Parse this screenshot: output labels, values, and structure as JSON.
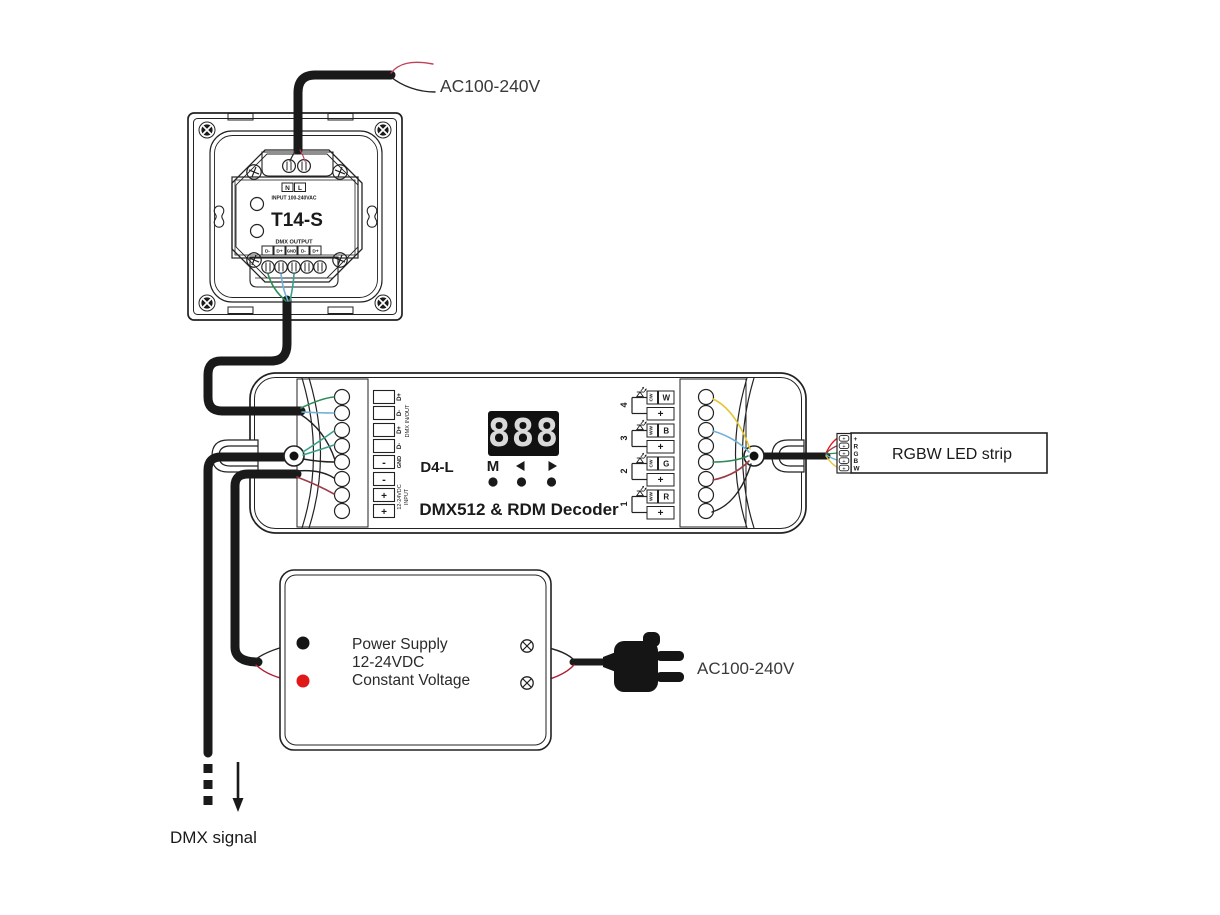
{
  "top_section": {
    "ac_label": "AC100-240V"
  },
  "panel": {
    "model": "T14-S",
    "input_header": "INPUT 100-240VAC",
    "input_terminals": [
      "N",
      "L"
    ],
    "output_header": "DMX OUTPUT",
    "output_terminals": [
      "D-",
      "D+",
      "GND",
      "D-",
      "D+"
    ]
  },
  "decoder": {
    "model": "D4-L",
    "product_name": "DMX512 & RDM Decoder",
    "display_value": "888",
    "menu_button": "M",
    "left_terminals": {
      "dmx_labels": [
        "D+",
        "D-",
        "D+",
        "D-"
      ],
      "dmx_group_label": "DMX IN/OUT",
      "gnd_label": "GND",
      "minus_label": "-",
      "plus_label": "+",
      "power_group_line1": "12-24VDC",
      "power_group_line2": "INPUT"
    },
    "channels": [
      {
        "number": "4",
        "alt_label": "CW",
        "color_label": "W",
        "plus_label": "+"
      },
      {
        "number": "3",
        "alt_label": "WW",
        "color_label": "B",
        "plus_label": "+"
      },
      {
        "number": "2",
        "alt_label": "CW",
        "color_label": "G",
        "plus_label": "+"
      },
      {
        "number": "1",
        "alt_label": "WW",
        "color_label": "R",
        "plus_label": "+"
      }
    ]
  },
  "strip": {
    "label": "RGBW LED strip",
    "pad_mark": "+",
    "pad_labels": [
      "+",
      "R",
      "G",
      "B",
      "W"
    ]
  },
  "power_supply": {
    "line1": "Power Supply",
    "line2": "12-24VDC",
    "line3": "Constant Voltage",
    "ac_label": "AC100-240V"
  },
  "dmx_signal_label": "DMX signal",
  "colors": {
    "wire_green": "#2e8b57",
    "wire_teal": "#3aa08a",
    "wire_blue": "#70b1d8",
    "wire_yellow": "#e3c52f",
    "wire_red": "#e01818",
    "wire_darkred": "#9c3b46",
    "cable_black": "#1a1a1a",
    "display_bg": "#111111",
    "display_digits": "#d9d9d9"
  }
}
